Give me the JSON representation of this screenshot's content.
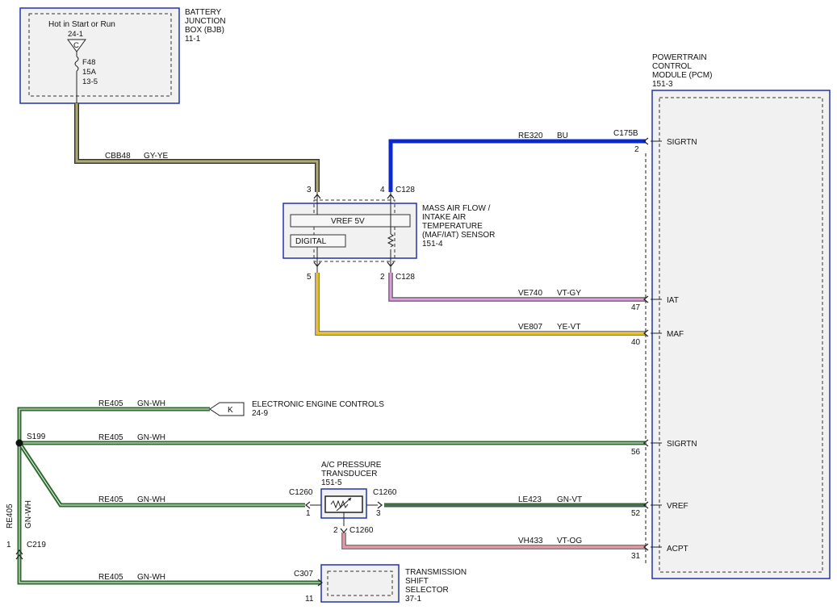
{
  "colors": {
    "blue_box": "#2233aa",
    "blue_wire": "#0a28d0",
    "gray_yellow_wire": "#7b7a52",
    "violet_gray_wire": "#c87fc6",
    "yellow_violet_wire": "#ffe000",
    "green_white_wire": "#2e6a2e",
    "green_violet_wire": "#2e6a2e",
    "violet_orange_wire": "#e39aa6"
  },
  "bjb": {
    "name_lines": [
      "BATTERY",
      "JUNCTION",
      "BOX (BJB)",
      "11-1"
    ],
    "hot_label": "Hot in Start or Run",
    "pin": "24-1",
    "connector_letter": "C",
    "fuse": [
      "F48",
      "15A",
      "13-5"
    ]
  },
  "pcm": {
    "name_lines": [
      "POWERTRAIN",
      "CONTROL",
      "MODULE (PCM)",
      "151-3"
    ],
    "connector": "C175B",
    "pins": [
      {
        "pin": "2",
        "signal": "SIGRTN"
      },
      {
        "pin": "47",
        "signal": "IAT"
      },
      {
        "pin": "40",
        "signal": "MAF"
      },
      {
        "pin": "56",
        "signal": "SIGRTN"
      },
      {
        "pin": "52",
        "signal": "VREF"
      },
      {
        "pin": "31",
        "signal": "ACPT"
      }
    ]
  },
  "maf": {
    "name_lines": [
      "MASS AIR FLOW /",
      "INTAKE AIR",
      "TEMPERATURE",
      "(MAF/IAT) SENSOR",
      "151-4"
    ],
    "vref_label": "VREF 5V",
    "digital_label": "DIGITAL",
    "pins": {
      "p3": "3",
      "p4": "4",
      "p5": "5",
      "p2": "2"
    },
    "connector": "C128"
  },
  "wires": {
    "cbb48": {
      "circuit": "CBB48",
      "color": "GY-YE"
    },
    "re320": {
      "circuit": "RE320",
      "color": "BU"
    },
    "ve740": {
      "circuit": "VE740",
      "color": "VT-GY"
    },
    "ve807": {
      "circuit": "VE807",
      "color": "YE-VT"
    },
    "re405": {
      "circuit": "RE405",
      "color": "GN-WH"
    },
    "le423": {
      "circuit": "LE423",
      "color": "GN-VT"
    },
    "vh433": {
      "circuit": "VH433",
      "color": "VT-OG"
    }
  },
  "eec": {
    "letter": "K",
    "name": "ELECTRONIC ENGINE CONTROLS",
    "ref": "24-9"
  },
  "splice": "S199",
  "c219": {
    "name": "C219",
    "pin": "1"
  },
  "acpt_sensor": {
    "name_lines": [
      "A/C PRESSURE",
      "TRANSDUCER",
      "151-5"
    ],
    "connector": "C1260",
    "pins": {
      "p1": "1",
      "p3": "3",
      "p2": "2"
    }
  },
  "tss": {
    "name_lines": [
      "TRANSMISSION",
      "SHIFT",
      "SELECTOR",
      "37-1"
    ],
    "connector": "C307",
    "pin": "11"
  }
}
